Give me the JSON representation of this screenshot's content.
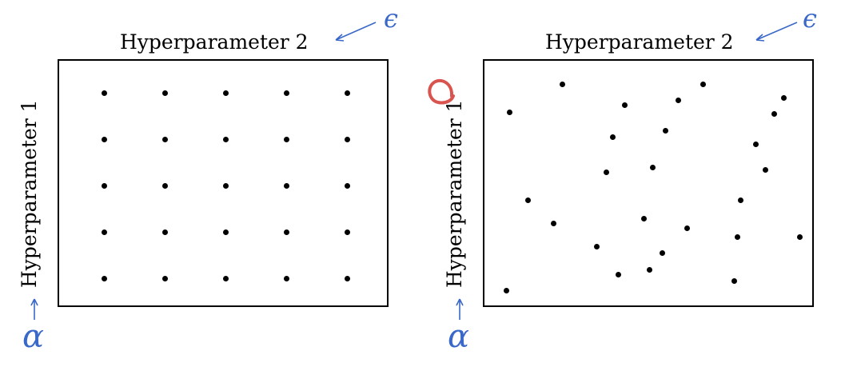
{
  "panels": [
    {
      "title": "Hyperparameter 2",
      "ylabel": "Hyperparameter 1",
      "x_symbol": "ϵ",
      "y_symbol": "α",
      "pattern": "grid",
      "points": [
        [
          0.2,
          0.12
        ],
        [
          0.4,
          0.12
        ],
        [
          0.6,
          0.12
        ],
        [
          0.8,
          0.12
        ],
        [
          1.0,
          0.12
        ],
        [
          0.2,
          0.32
        ],
        [
          0.4,
          0.32
        ],
        [
          0.6,
          0.32
        ],
        [
          0.8,
          0.32
        ],
        [
          1.0,
          0.32
        ],
        [
          0.2,
          0.52
        ],
        [
          0.4,
          0.52
        ],
        [
          0.6,
          0.52
        ],
        [
          0.8,
          0.52
        ],
        [
          1.0,
          0.52
        ],
        [
          0.2,
          0.72
        ],
        [
          0.4,
          0.72
        ],
        [
          0.6,
          0.72
        ],
        [
          0.8,
          0.72
        ],
        [
          1.0,
          0.72
        ],
        [
          0.2,
          0.92
        ],
        [
          0.4,
          0.92
        ],
        [
          0.6,
          0.92
        ],
        [
          0.8,
          0.92
        ],
        [
          1.0,
          0.92
        ]
      ]
    },
    {
      "title": "Hyperparameter 2",
      "ylabel": "Hyperparameter 1",
      "x_symbol": "ϵ",
      "y_symbol": "α",
      "pattern": "random",
      "annotation_color": "#d9534f",
      "points": [
        [
          0.23,
          0.08
        ],
        [
          0.43,
          0.17
        ],
        [
          0.94,
          0.14
        ],
        [
          0.68,
          0.08
        ],
        [
          0.6,
          0.15
        ],
        [
          0.91,
          0.21
        ],
        [
          0.06,
          0.2
        ],
        [
          0.39,
          0.31
        ],
        [
          0.56,
          0.28
        ],
        [
          0.85,
          0.34
        ],
        [
          0.37,
          0.46
        ],
        [
          0.52,
          0.44
        ],
        [
          0.88,
          0.45
        ],
        [
          0.12,
          0.58
        ],
        [
          0.8,
          0.58
        ],
        [
          0.2,
          0.68
        ],
        [
          0.49,
          0.66
        ],
        [
          0.63,
          0.7
        ],
        [
          0.79,
          0.74
        ],
        [
          0.99,
          0.74
        ],
        [
          0.34,
          0.78
        ],
        [
          0.55,
          0.81
        ],
        [
          0.51,
          0.88
        ],
        [
          0.41,
          0.9
        ],
        [
          0.78,
          0.93
        ],
        [
          0.05,
          0.97
        ]
      ]
    }
  ],
  "colors": {
    "annotation_blue": "#3a68c8",
    "annotation_red": "#d9534f"
  }
}
